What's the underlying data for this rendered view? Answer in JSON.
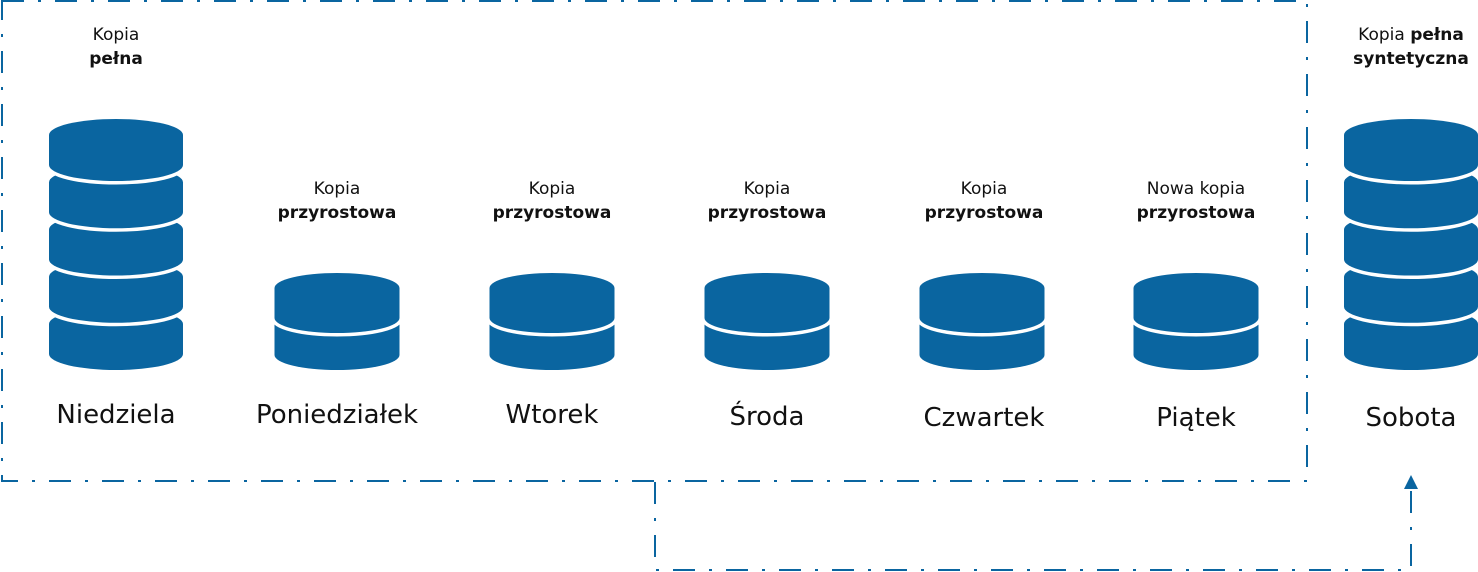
{
  "colors": {
    "accent": "#0a65a0"
  },
  "columns": [
    {
      "day": "Niedziela",
      "label_top": "Kopia",
      "label_bold": "pełna",
      "type": "full"
    },
    {
      "day": "Poniedziałek",
      "label_top": "Kopia",
      "label_bold": "przyrostowa",
      "type": "incremental"
    },
    {
      "day": "Wtorek",
      "label_top": "Kopia",
      "label_bold": "przyrostowa",
      "type": "incremental"
    },
    {
      "day": "Środa",
      "label_top": "Kopia",
      "label_bold": "przyrostowa",
      "type": "incremental"
    },
    {
      "day": "Czwartek",
      "label_top": "Kopia",
      "label_bold": "przyrostowa",
      "type": "incremental"
    },
    {
      "day": "Piątek",
      "label_top": "Nowa kopia",
      "label_bold": "przyrostowa",
      "type": "incremental"
    }
  ],
  "synthetic": {
    "day": "Sobota",
    "label_prefix": "Kopia",
    "label_bold_1": "pełna",
    "label_bold_2": "syntetyczna",
    "type": "synthetic-full"
  }
}
